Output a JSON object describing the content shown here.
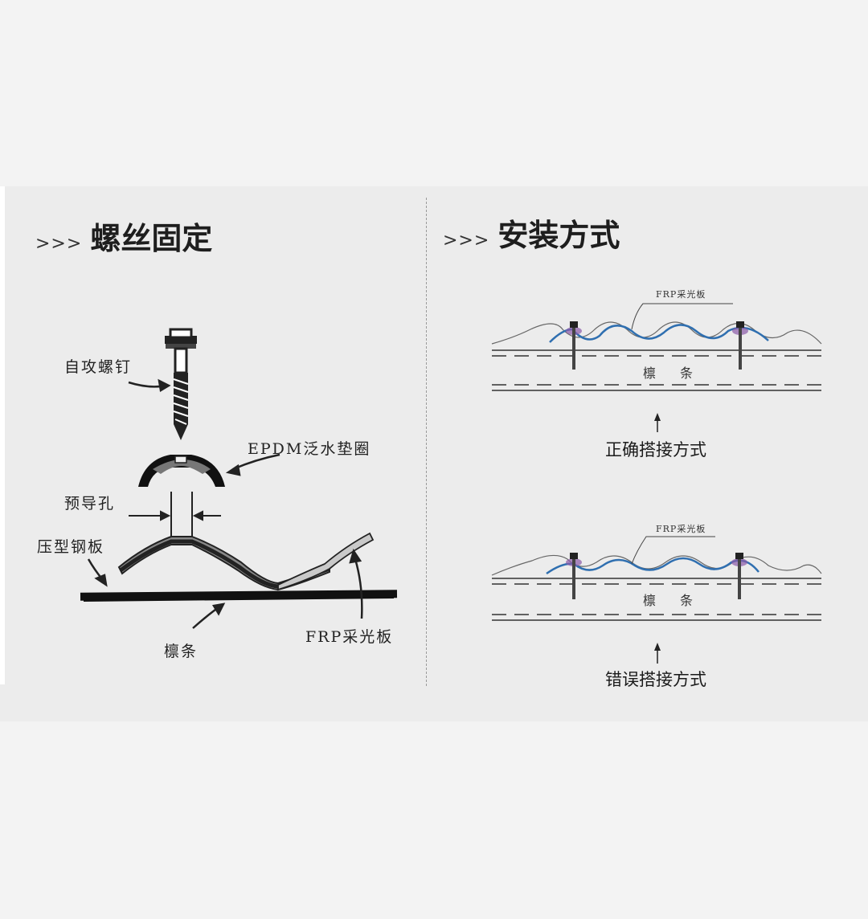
{
  "left": {
    "chevrons": ">>>",
    "title": "螺丝固定",
    "labels": {
      "screw": "自攻螺钉",
      "washer": "EPDM泛水垫圈",
      "pilot_hole": "预导孔",
      "steel_sheet": "压型钢板",
      "frp": "FRP采光板",
      "purlin": "檩条"
    }
  },
  "right": {
    "chevrons": ">>>",
    "title": "安装方式",
    "correct": {
      "frp_label": "FRP采光板",
      "purlin_label": "檩条",
      "caption": "正确搭接方式"
    },
    "wrong": {
      "frp_label": "FRP采光板",
      "purlin_label": "檩条",
      "caption": "错误搭接方式"
    }
  },
  "colors": {
    "frp_blue": "#2f6fb0",
    "washer_purple": "#8a5aa8",
    "ink": "#1e1e1e"
  }
}
